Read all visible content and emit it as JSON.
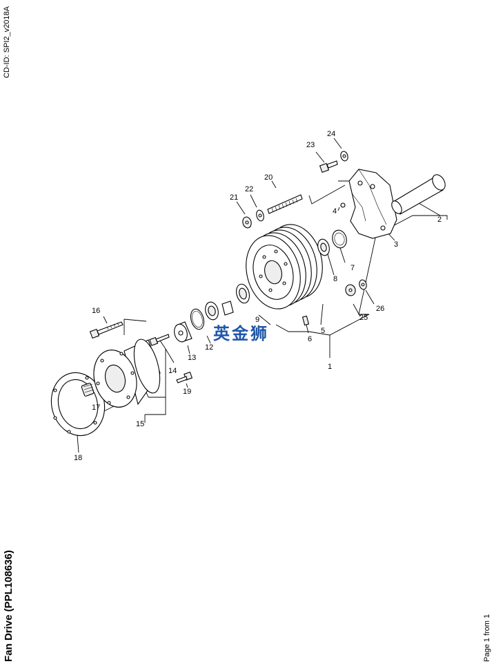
{
  "header": {
    "cd_id": "CD-ID: SPI2_v2018A"
  },
  "footer": {
    "title": "Fan Drive (PPL108636)",
    "page_info": "Page 1 from 1"
  },
  "watermark": {
    "text": "英金狮",
    "color": "#1f56a8"
  },
  "callouts": [
    "1",
    "2",
    "3",
    "4",
    "5",
    "6",
    "7",
    "8",
    "9",
    "12",
    "13",
    "14",
    "15",
    "16",
    "17",
    "18",
    "19",
    "20",
    "21",
    "22",
    "23",
    "24",
    "25",
    "26"
  ]
}
